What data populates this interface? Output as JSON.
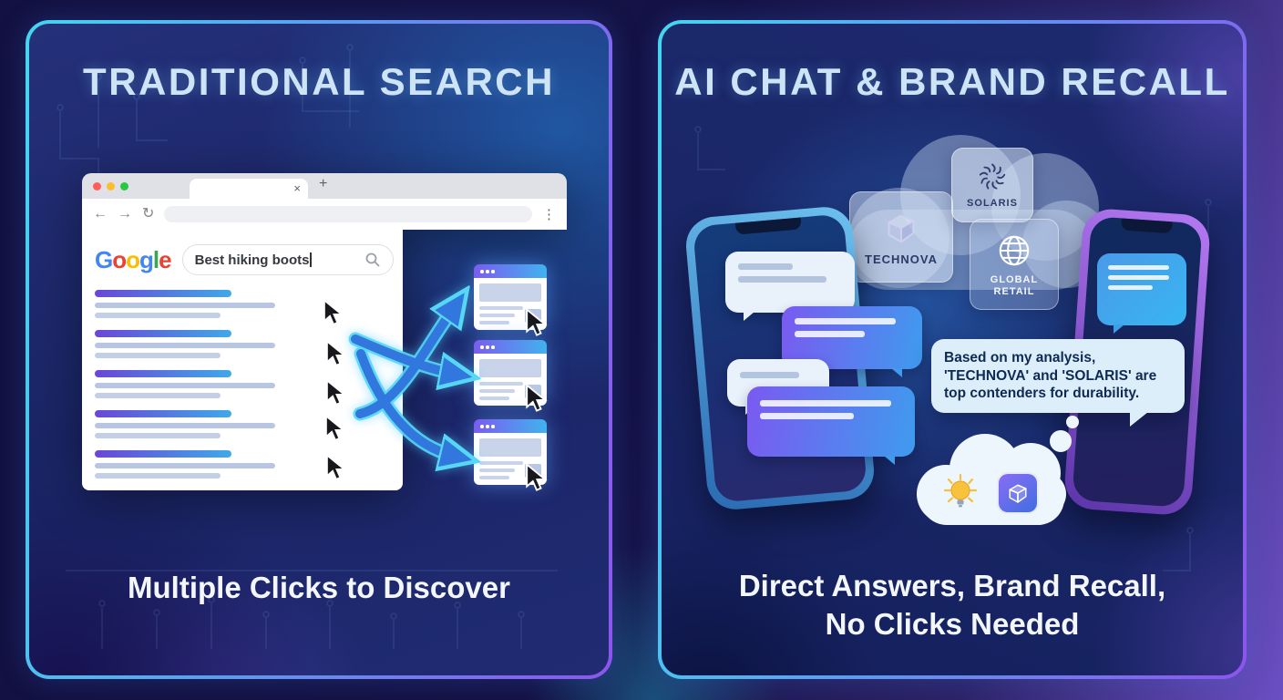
{
  "left_panel": {
    "title": "TRADITIONAL SEARCH",
    "caption": "Multiple Clicks to Discover",
    "browser": {
      "tab_close_glyph": "×",
      "new_tab_glyph": "+",
      "back_glyph": "←",
      "forward_glyph": "→",
      "reload_glyph": "↻",
      "menu_glyph": "⋮",
      "google_letters": [
        "G",
        "o",
        "o",
        "g",
        "l",
        "e"
      ],
      "search_query": "Best hiking boots"
    }
  },
  "right_panel": {
    "title": "AI CHAT & BRAND RECALL",
    "caption_line1": "Direct Answers, Brand Recall,",
    "caption_line2": "No Clicks Needed",
    "brands": [
      {
        "name": "SOLARIS",
        "icon": "aperture-swirl-icon"
      },
      {
        "name": "TECHNOVA",
        "icon": "cube-logo-icon"
      },
      {
        "name": "GLOBAL RETAIL",
        "icon": "globe-icon"
      }
    ],
    "ai_message": "Based on my analysis, 'TECHNOVA' and 'SOLARIS' are top contenders for durability."
  },
  "colors": {
    "panel_border_start": "#45d6f0",
    "panel_border_end": "#8d55ee",
    "title_text": "#cde4f7",
    "caption_text": "#f3f7fc",
    "google_blue": "#4285F4",
    "google_red": "#EA4335",
    "google_yellow": "#FBBC05",
    "google_green": "#34A853",
    "arrow_blue": "#3177dd",
    "arrow_outline": "#55d7f5",
    "result_bar_gradient": [
      "#6b46d6",
      "#3fa9e8"
    ],
    "bubble_light": "#e9f2fb",
    "bubble_gradient": [
      "#7a5af0",
      "#3f9bee"
    ],
    "ai_bubble_bg": "#ddeefb",
    "ai_bubble_text": "#0f2a52"
  }
}
